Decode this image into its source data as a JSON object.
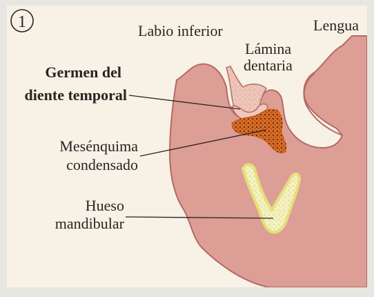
{
  "figure": {
    "number": "1",
    "labels": {
      "labio_inferior": "Labio inferior",
      "lengua": "Lengua",
      "lamina_line1": "Lámina",
      "lamina_line2": "dentaria",
      "germen_line1": "Germen del",
      "germen_line2": "diente temporal",
      "mesenquima_line1": "Mesénquima",
      "mesenquima_line2": "condensado",
      "hueso_line1": "Hueso",
      "hueso_line2": "mandibular"
    }
  },
  "colors": {
    "tissue": "#dd9e95",
    "tissue_edge": "#b46a64",
    "epithelium": "#eec5b9",
    "mesenchyme": "#d56b23",
    "mesenchyme_dots": "#5a2410",
    "bone_outline": "#e6e07a",
    "bone_fill": "#f4f1bf",
    "background": "#f7f1e6"
  }
}
